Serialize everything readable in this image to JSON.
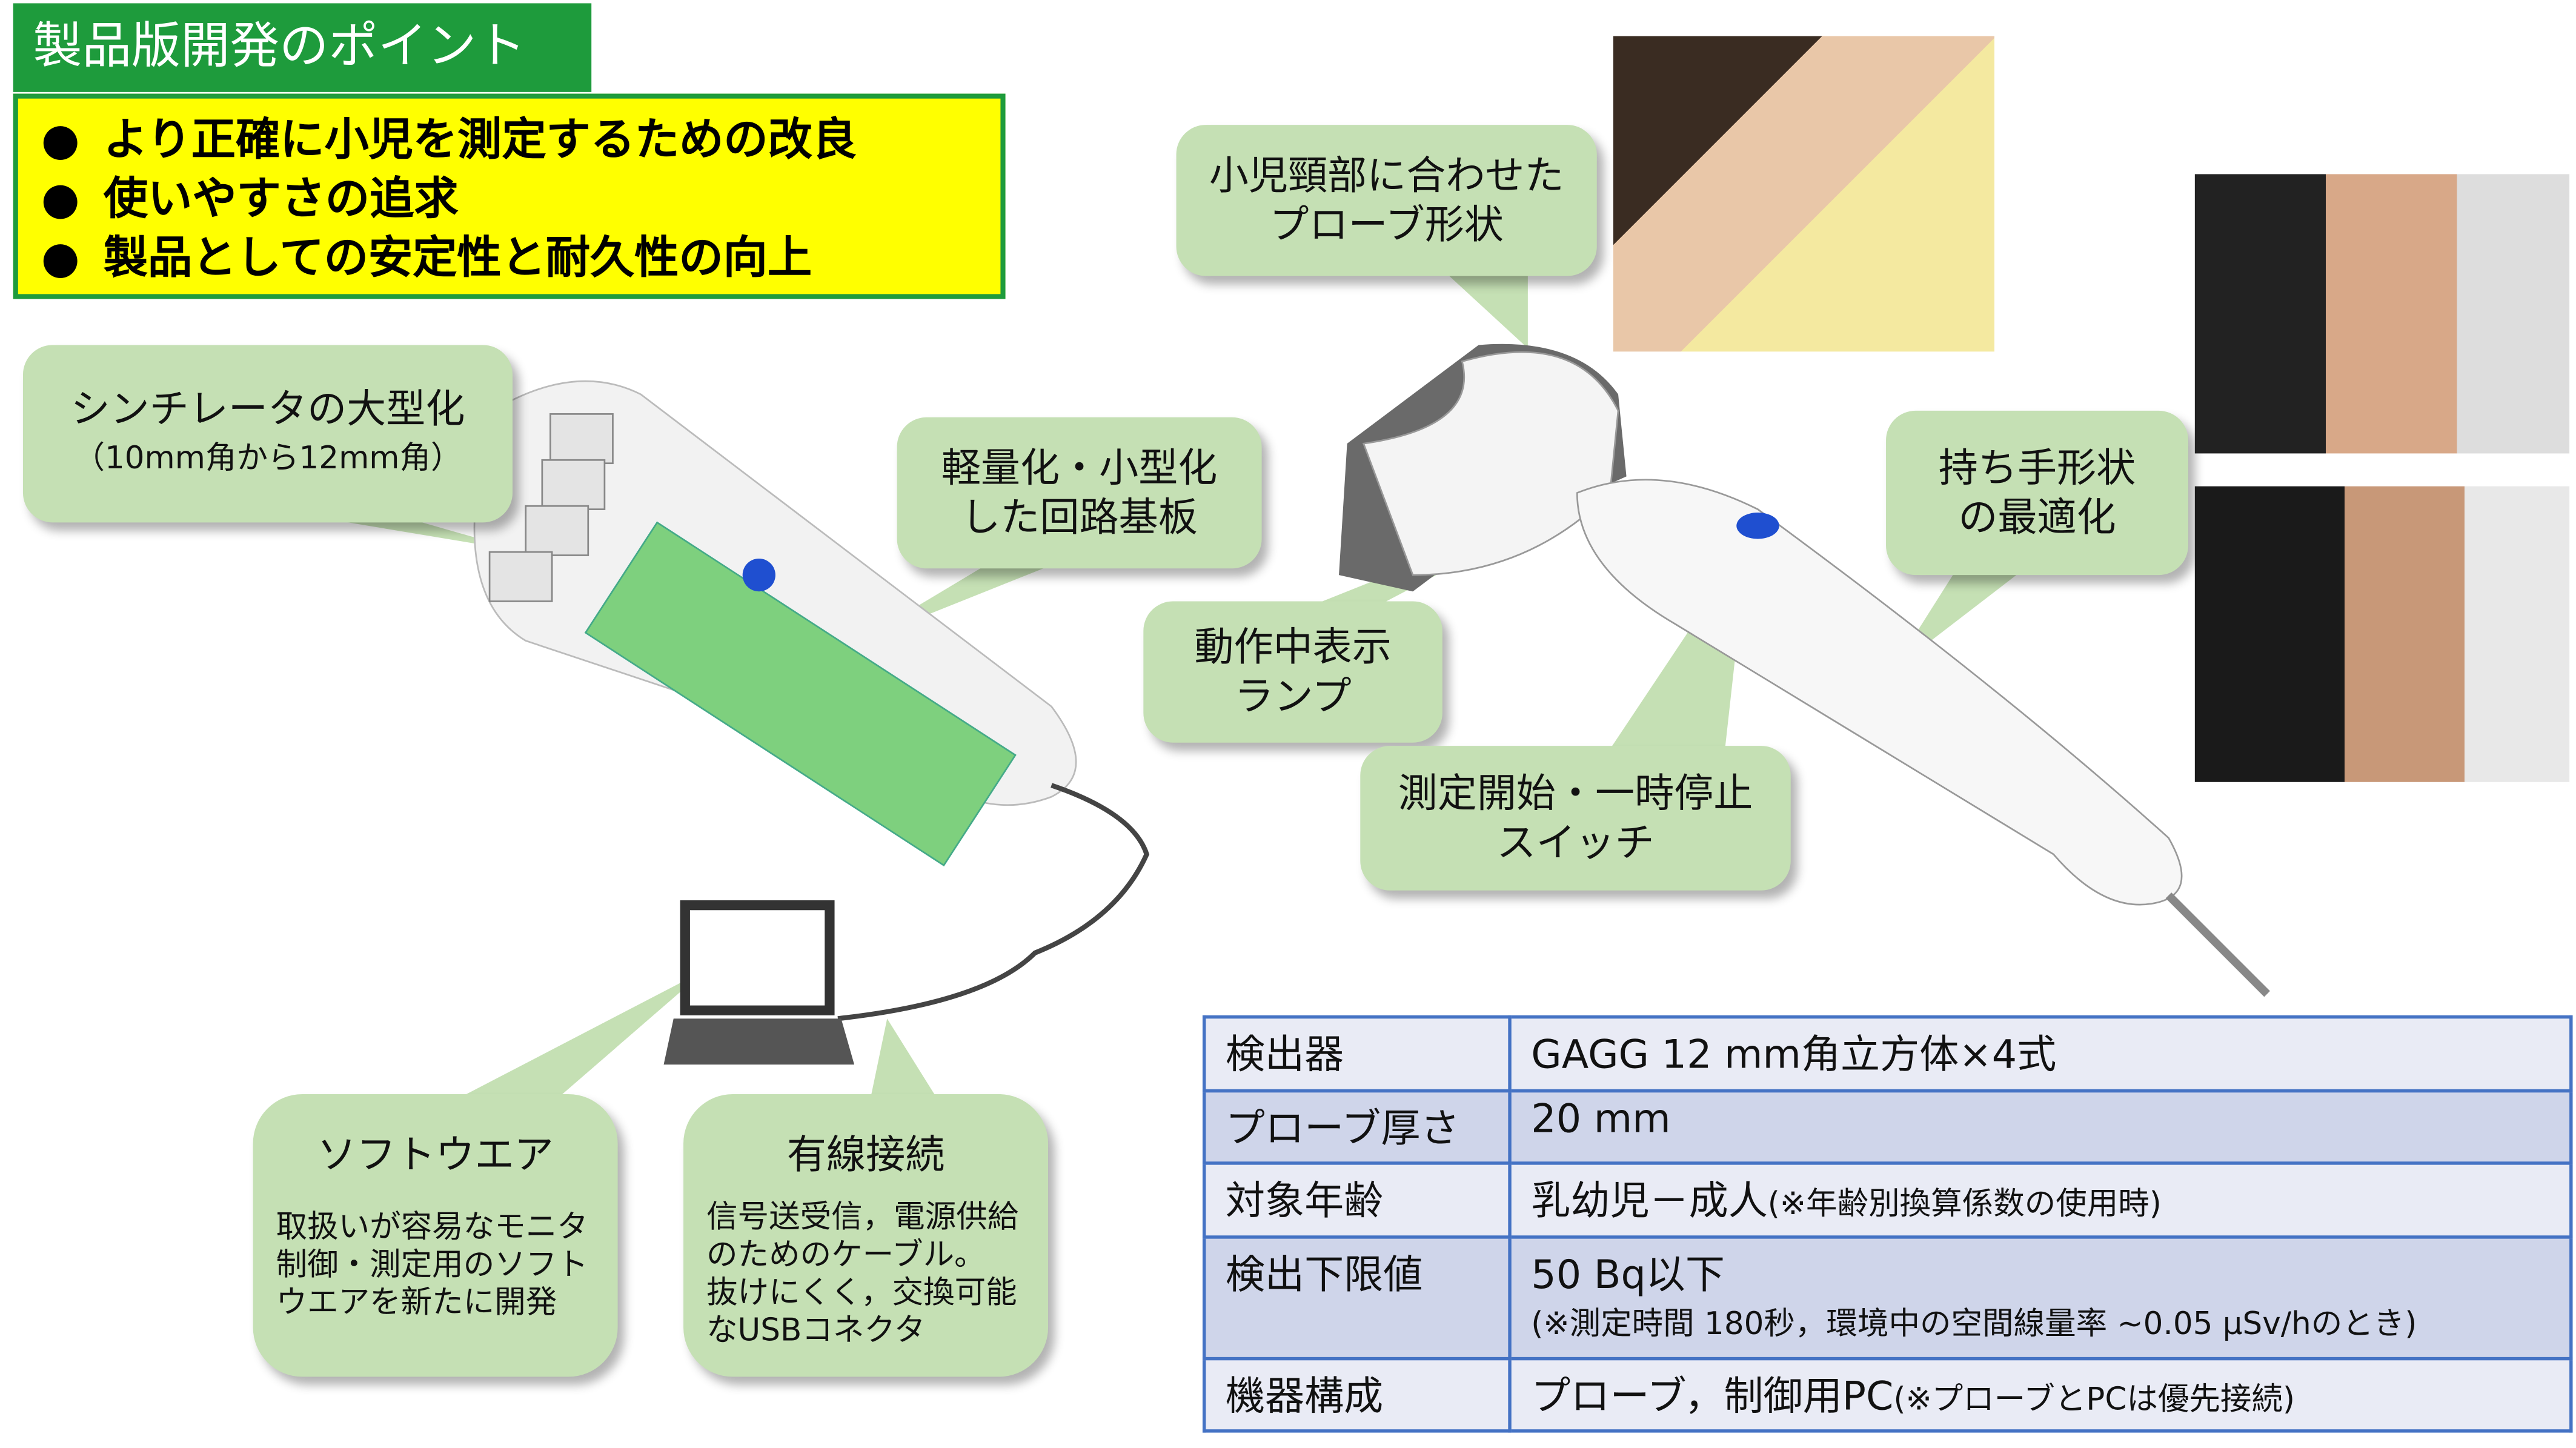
{
  "title": "製品版開発のポイント",
  "points": [
    "より正確に小児を測定するための改良",
    "使いやすさの追求",
    "製品としての安定性と耐久性の向上"
  ],
  "bullet": "●",
  "callouts": {
    "scintillator": {
      "title": "シンチレータの大型化",
      "sub": "（10mm角から12mm角）"
    },
    "circuit": {
      "line1": "軽量化・小型化",
      "line2": "した回路基板"
    },
    "probe_shape": {
      "line1": "小児頸部に合わせた",
      "line2": "プローブ形状"
    },
    "handle": {
      "line1": "持ち手形状",
      "line2": "の最適化"
    },
    "lamp": {
      "line1": "動作中表示",
      "line2": "ランプ"
    },
    "switch": {
      "line1": "測定開始・一時停止",
      "line2": "スイッチ"
    },
    "software": {
      "title": "ソフトウエア",
      "lines": [
        "取扱いが容易なモニタ",
        "制御・測定用のソフト",
        "ウエアを新たに開発"
      ]
    },
    "wired": {
      "title": "有線接続",
      "lines": [
        "信号送受信，電源供給",
        "のためのケーブル。",
        "抜けにくく，交換可能",
        "なUSBコネクタ"
      ]
    }
  },
  "spec_table": [
    {
      "key": "検出器",
      "value": "GAGG 12 mm角立方体×4式",
      "note": ""
    },
    {
      "key": "プローブ厚さ",
      "value": "20 mm",
      "note": ""
    },
    {
      "key": "対象年齢",
      "value": "乳幼児－成人",
      "note": "(※年齢別換算係数の使用時)"
    },
    {
      "key": "検出下限値",
      "value": "50 Bq以下",
      "note": "(※測定時間 180秒，環境中の空間線量率 ~0.05 μSv/hのとき)"
    },
    {
      "key": "機器構成",
      "value": "プローブ，制御用PC",
      "note": "(※プローブとPCは優先接続)"
    }
  ],
  "colors": {
    "title_green": "#1e9b3c",
    "highlight": "#ffff00",
    "callout": "#c5e0b4",
    "table_border": "#4472c4",
    "button_blue": "#1f4fd0",
    "board_green": "#7ed07e"
  }
}
